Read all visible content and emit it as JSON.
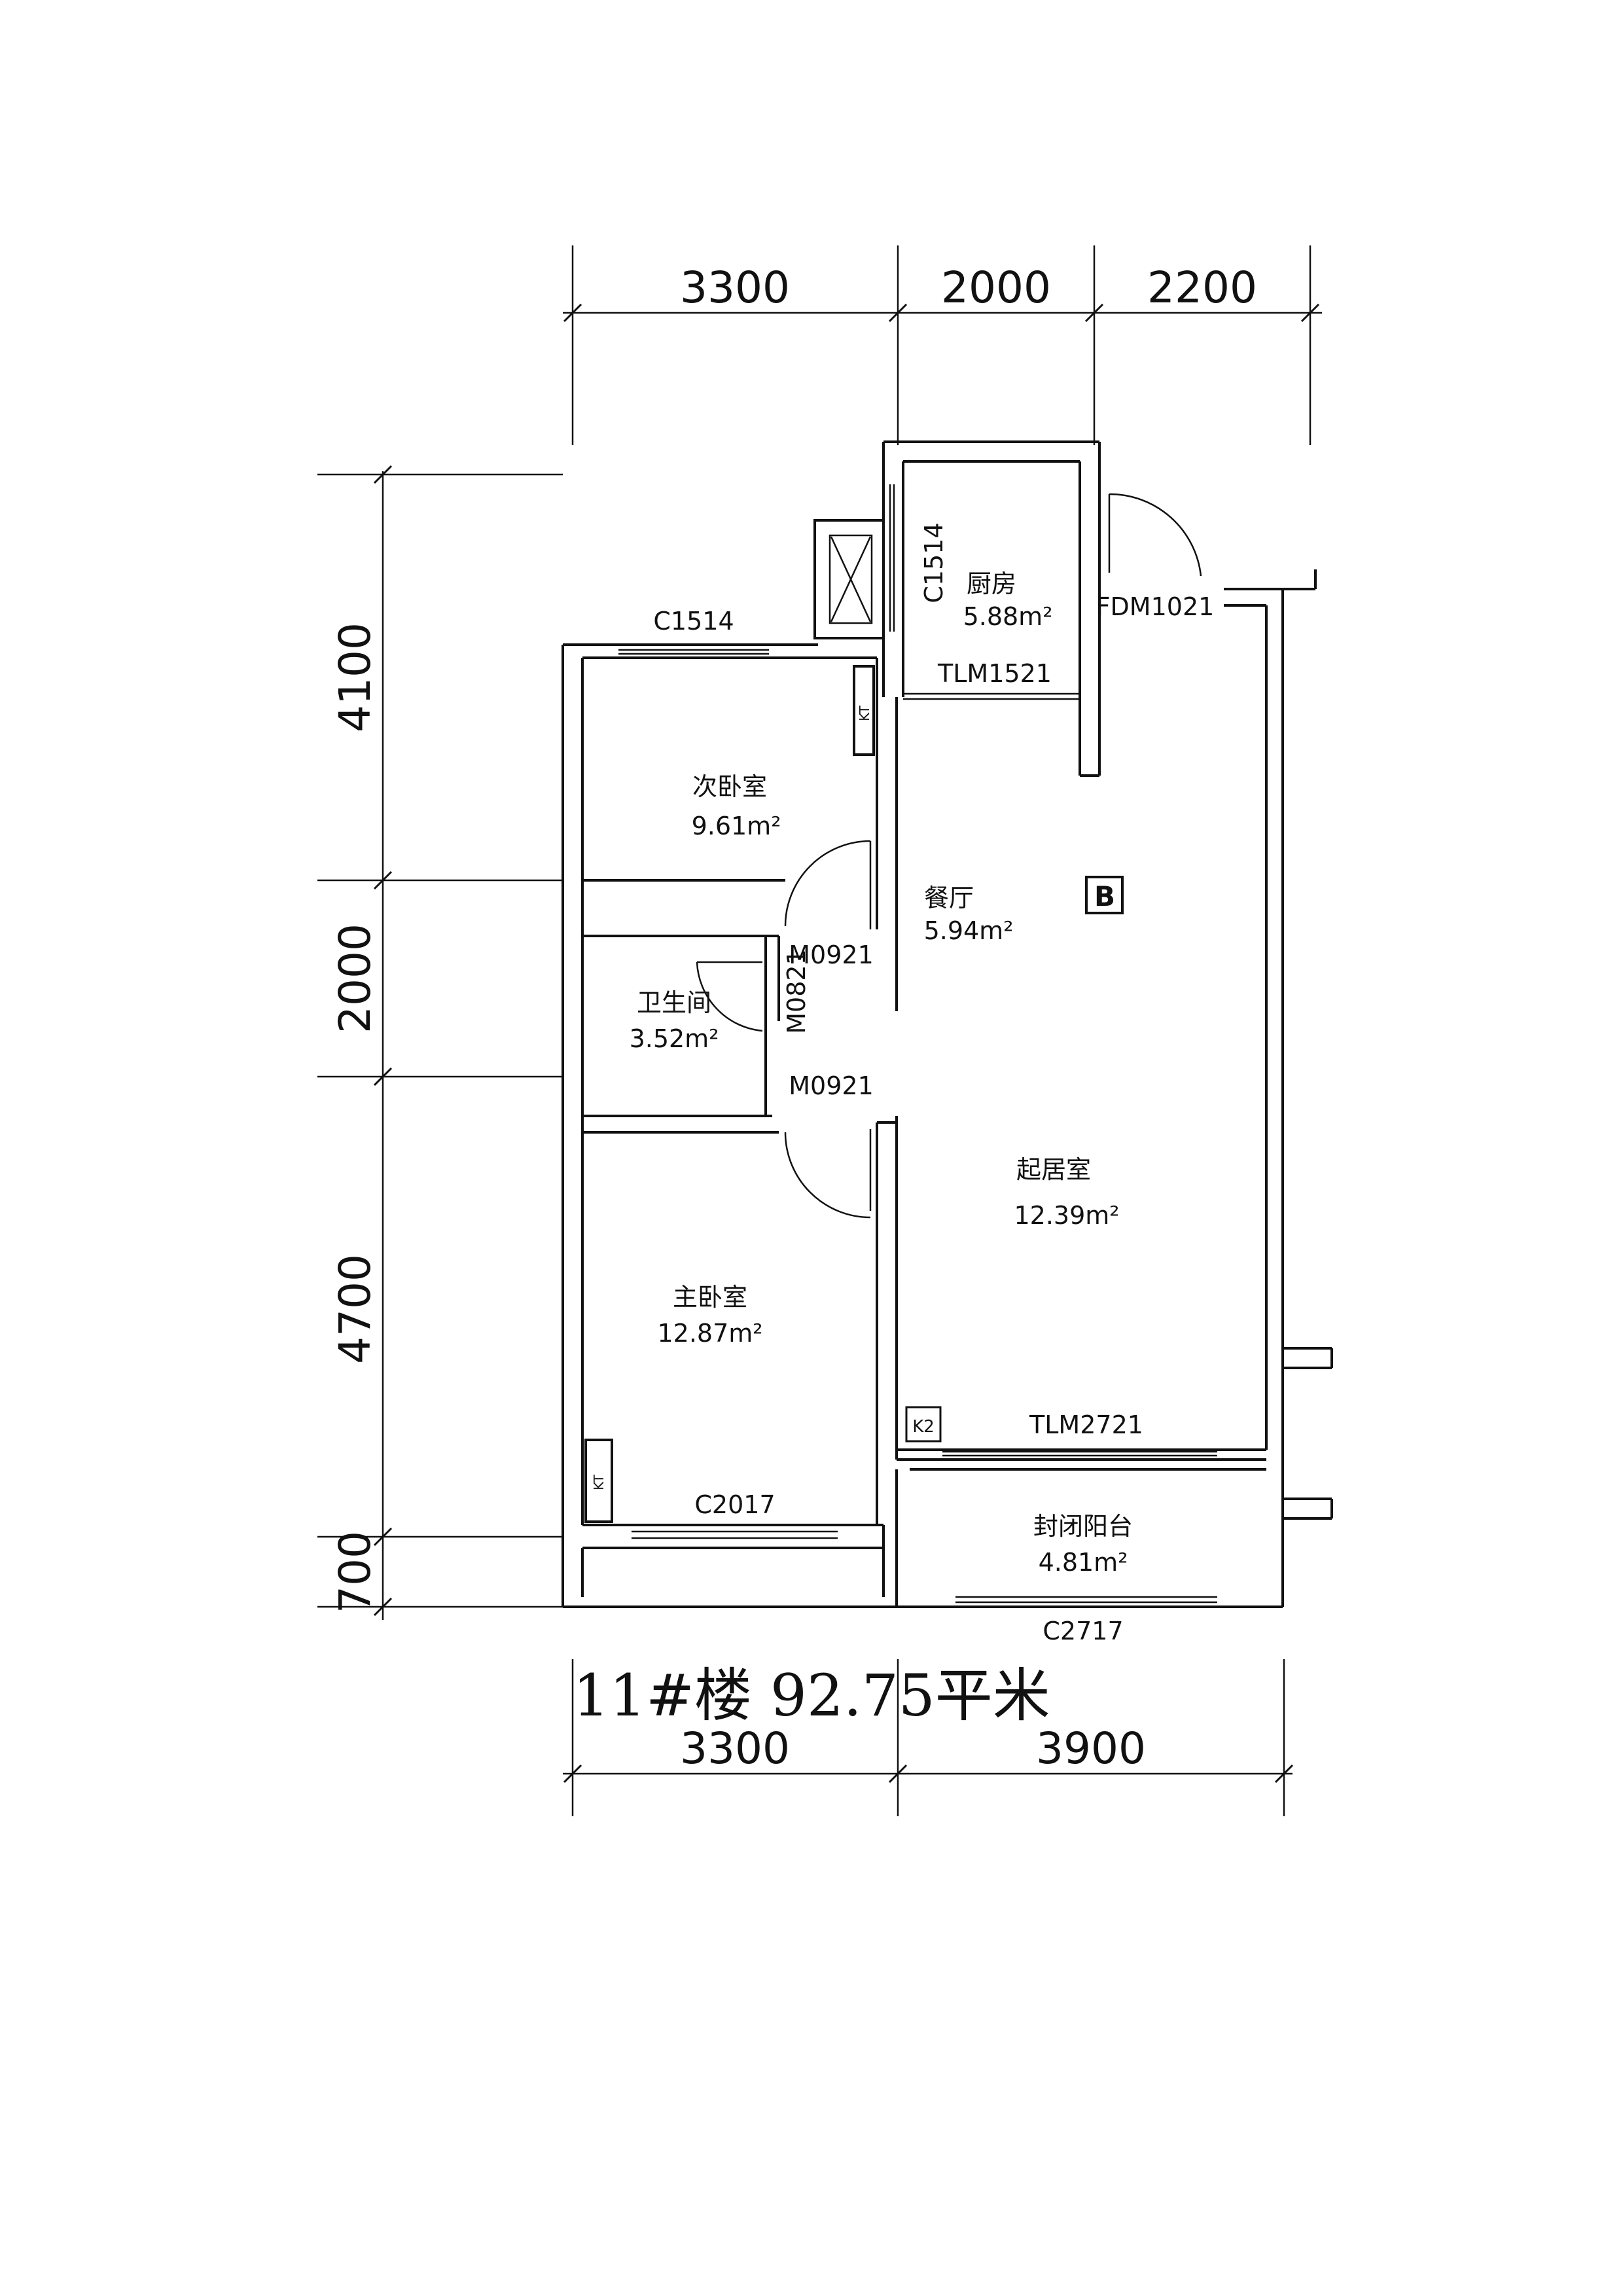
{
  "dimensions": {
    "top": [
      "3300",
      "2000",
      "2200"
    ],
    "left": [
      "4100",
      "2000",
      "4700",
      "700"
    ],
    "bottom": [
      "3300",
      "3900"
    ]
  },
  "rooms": {
    "kitchen": {
      "name": "厨房",
      "area": "5.88m²"
    },
    "second_bedroom": {
      "name": "次卧室",
      "area": "9.61m²"
    },
    "dining": {
      "name": "餐厅",
      "area": "5.94m²"
    },
    "bathroom": {
      "name": "卫生间",
      "area": "3.52m²"
    },
    "living": {
      "name": "起居室",
      "area": "12.39m²"
    },
    "master_bedroom": {
      "name": "主卧室",
      "area": "12.87m²"
    },
    "balcony": {
      "name": "封闭阳台",
      "area": "4.81m²"
    }
  },
  "openings": {
    "c1514_top": "C1514",
    "c1514_vertical": "C1514",
    "tlm1521": "TLM1521",
    "fdm1021": "FDM1021",
    "m0921_upper": "M0921",
    "m0821": "M0821",
    "m0921_lower": "M0921",
    "tlm2721": "TLM2721",
    "c2017": "C2017",
    "c2717": "C2717"
  },
  "marks": {
    "unit_tag": "B",
    "k2_tag": "K2",
    "kt_tag_upper": "KT",
    "kt_tag_lower": "KT"
  },
  "caption": "11#楼  92.75平米"
}
